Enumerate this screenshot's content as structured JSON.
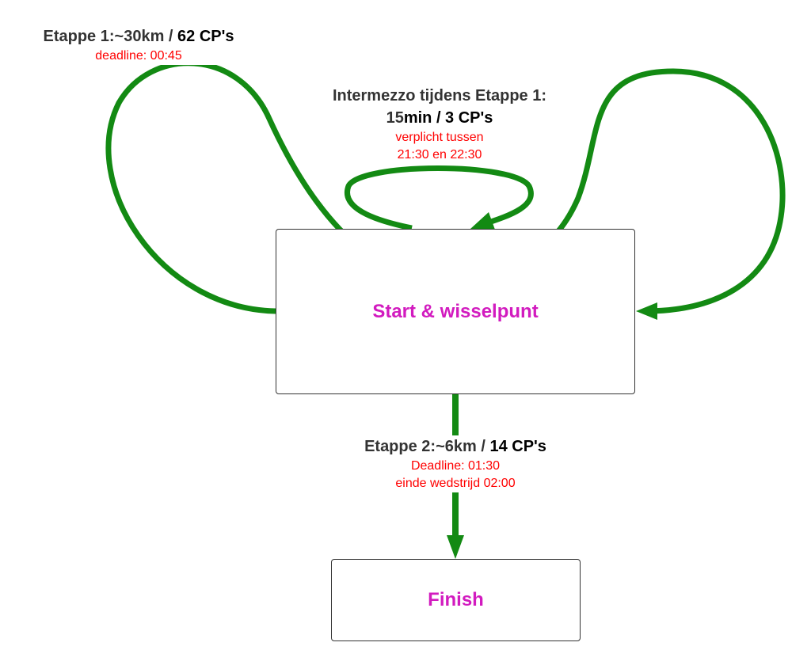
{
  "nodes": {
    "start": "Start & wisselpunt",
    "finish": "Finish"
  },
  "etappe1": {
    "title_a": "Etappe 1:~30km / ",
    "title_b": "62 CP's",
    "deadline": "deadline: 00:45"
  },
  "intermezzo": {
    "title_line1": "Intermezzo tijdens Etappe 1:",
    "title_a": "15",
    "title_b": "min / 3 CP's",
    "note_line1": "verplicht tussen",
    "note_line2": "21:30 en 22:30"
  },
  "etappe2": {
    "title_a": "Etappe 2:~6km / ",
    "title_b": "14 CP's",
    "deadline": "Deadline: 01:30",
    "end": "einde wedstrijd 02:00"
  },
  "colors": {
    "arrow": "#138a13",
    "node_text": "#d21bbf",
    "note": "#ff0000"
  }
}
